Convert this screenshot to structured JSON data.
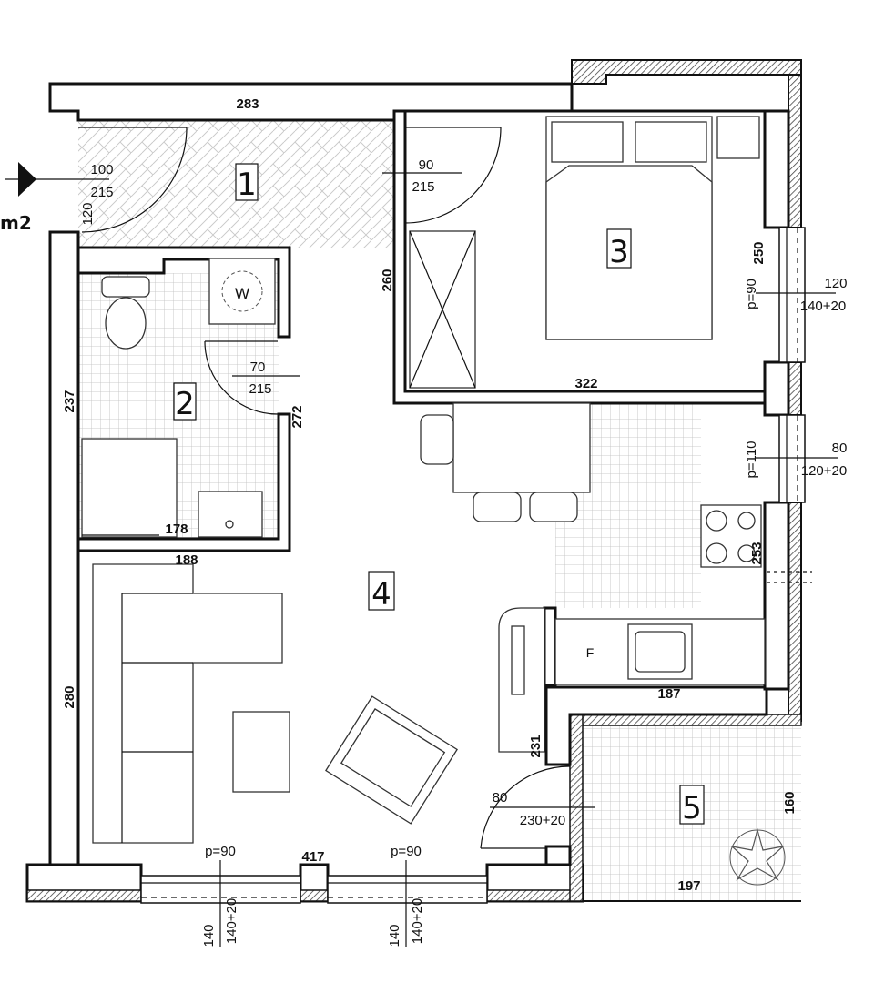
{
  "entrance_label": "m2",
  "rooms": [
    {
      "id": "1",
      "label": "1"
    },
    {
      "id": "2",
      "label": "2"
    },
    {
      "id": "3",
      "label": "3"
    },
    {
      "id": "4",
      "label": "4"
    },
    {
      "id": "5",
      "label": "5"
    }
  ],
  "dimensions": {
    "hall_width": "283",
    "entry_door_w": "100",
    "entry_door_h": "215",
    "hall_depth": "120",
    "bed_door_w": "90",
    "bed_door_h": "215",
    "bed_depth": "260",
    "bed_side": "250",
    "bed_width": "322",
    "bed_window_p": "p=90",
    "bed_window_w": "120",
    "bed_window_h": "140+20",
    "bath_door_w": "70",
    "bath_door_h": "215",
    "bath_height": "237",
    "bath_side": "272",
    "bath_width": "178",
    "living_left": "188",
    "living_height": "280",
    "living_width": "417",
    "kitchen_window_p": "p=110",
    "kitchen_window_w": "80",
    "kitchen_window_h": "120+20",
    "kitchen_side": "253",
    "kitchen_width": "187",
    "balcony_side": "231",
    "balcony_door_w": "80",
    "balcony_door_h": "230+20",
    "balcony_height": "160",
    "balcony_width": "197",
    "win1_p": "p=90",
    "win1_w": "140",
    "win1_h": "140+20",
    "win2_p": "p=90",
    "win2_w": "140",
    "win2_h": "140+20"
  },
  "colors": {
    "wall": "#111111",
    "tile": "#c9c9c9",
    "hatch": "#444444"
  },
  "icons": [
    "entry-arrow-icon",
    "washing-machine-icon",
    "plant-icon"
  ]
}
